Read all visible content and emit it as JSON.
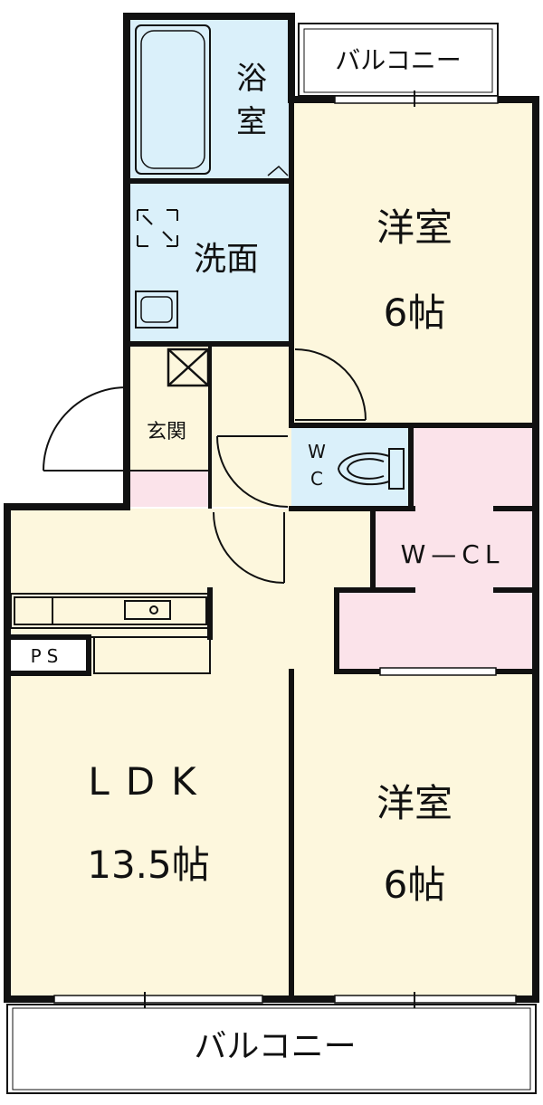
{
  "colors": {
    "wall": "#111111",
    "room_cream": "#fdf7dd",
    "wet_blue": "#daf0fa",
    "closet_pink": "#fbe3ea",
    "exterior": "#ffffff"
  },
  "rooms": {
    "bath": "浴室",
    "washroom": "洗面",
    "western_north": {
      "name": "洋室",
      "size": "6帖"
    },
    "entrance": "玄関",
    "wc_w": "W",
    "wc_c": "C",
    "wcl": "W—CL",
    "ldk": {
      "name": "LDK",
      "size": "13.5帖"
    },
    "western_south": {
      "name": "洋室",
      "size": "6帖"
    },
    "ps": "PS"
  },
  "balconies": {
    "north": "バルコニー",
    "south": "バルコニー"
  }
}
